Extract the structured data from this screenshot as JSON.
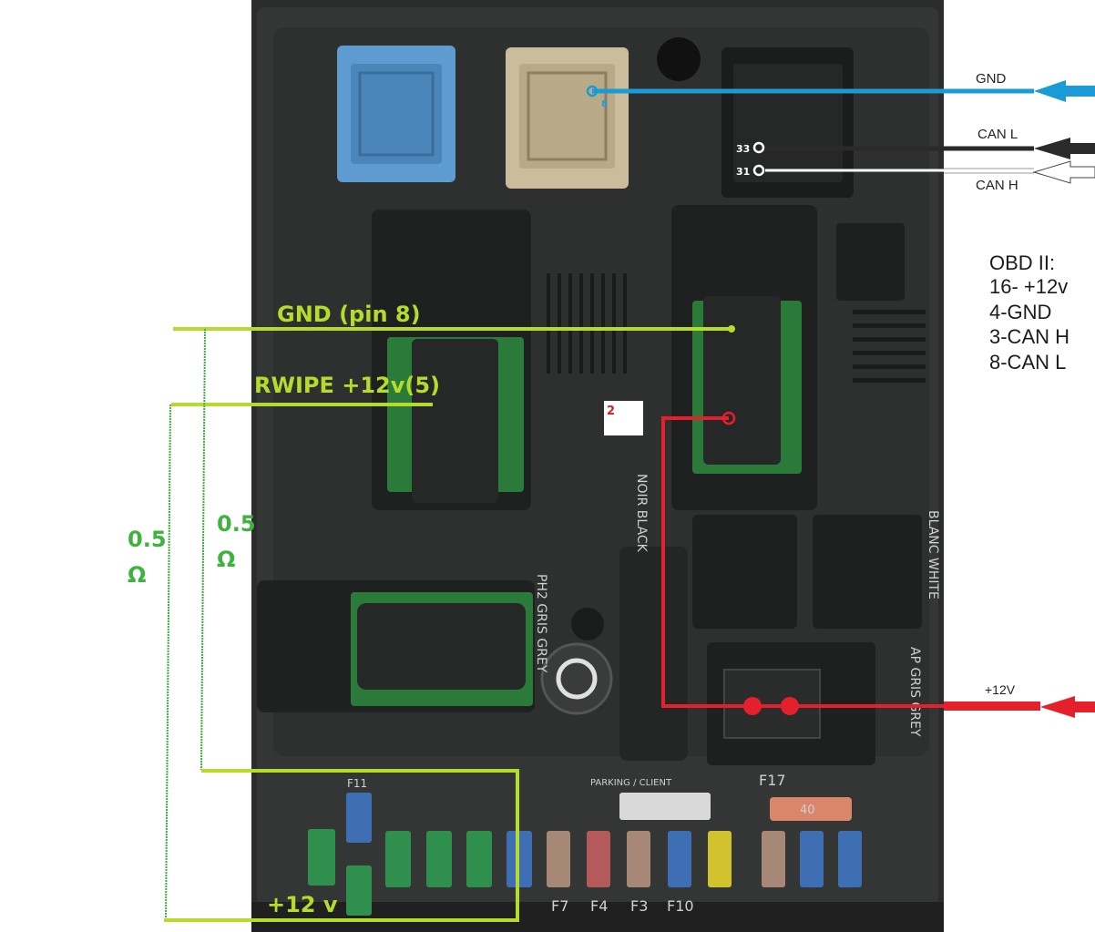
{
  "wire_labels": {
    "gnd": "GND",
    "can_l": "CAN L",
    "can_h": "CAN H",
    "plus12v": "+12V"
  },
  "pins": {
    "gnd_pin": "8",
    "can_l_pin": "33",
    "can_h_pin": "31",
    "red_pin": "2"
  },
  "obd": {
    "title": "OBD II:",
    "lines": [
      "16- +12v",
      "4-GND",
      "3-CAN H",
      "8-CAN L"
    ]
  },
  "annotations": {
    "gnd_pin8": "GND  (pin 8)",
    "rwipe": "RWIPE +12v(5)",
    "plus12v_bottom": "+12 v",
    "ohm_left_value": "0.5",
    "ohm_left_unit": "Ω",
    "ohm_right_value": "0.5",
    "ohm_right_unit": "Ω"
  },
  "box_labels": {
    "parking_client": "PARKING / CLIENT",
    "f17": "F17",
    "f11": "F11",
    "noir_black": "NOIR BLACK",
    "blanc_white": "BLANC WHITE",
    "gris_grey_left": "PH2 GRIS GREY",
    "gris_grey_right": "AP GRIS GREY",
    "fuse_bottom": [
      "F7",
      "F4",
      "F3",
      "F10"
    ],
    "fuse_f17_value": "40"
  },
  "colors": {
    "gnd_wire": "#1a9bd6",
    "can_l_wire": "#2a2a2a",
    "can_h_wire": "#ffffff",
    "plus12v_wire": "#e3202b",
    "label_green": "#b5dc2a",
    "ohm_green": "#3fb23f"
  }
}
